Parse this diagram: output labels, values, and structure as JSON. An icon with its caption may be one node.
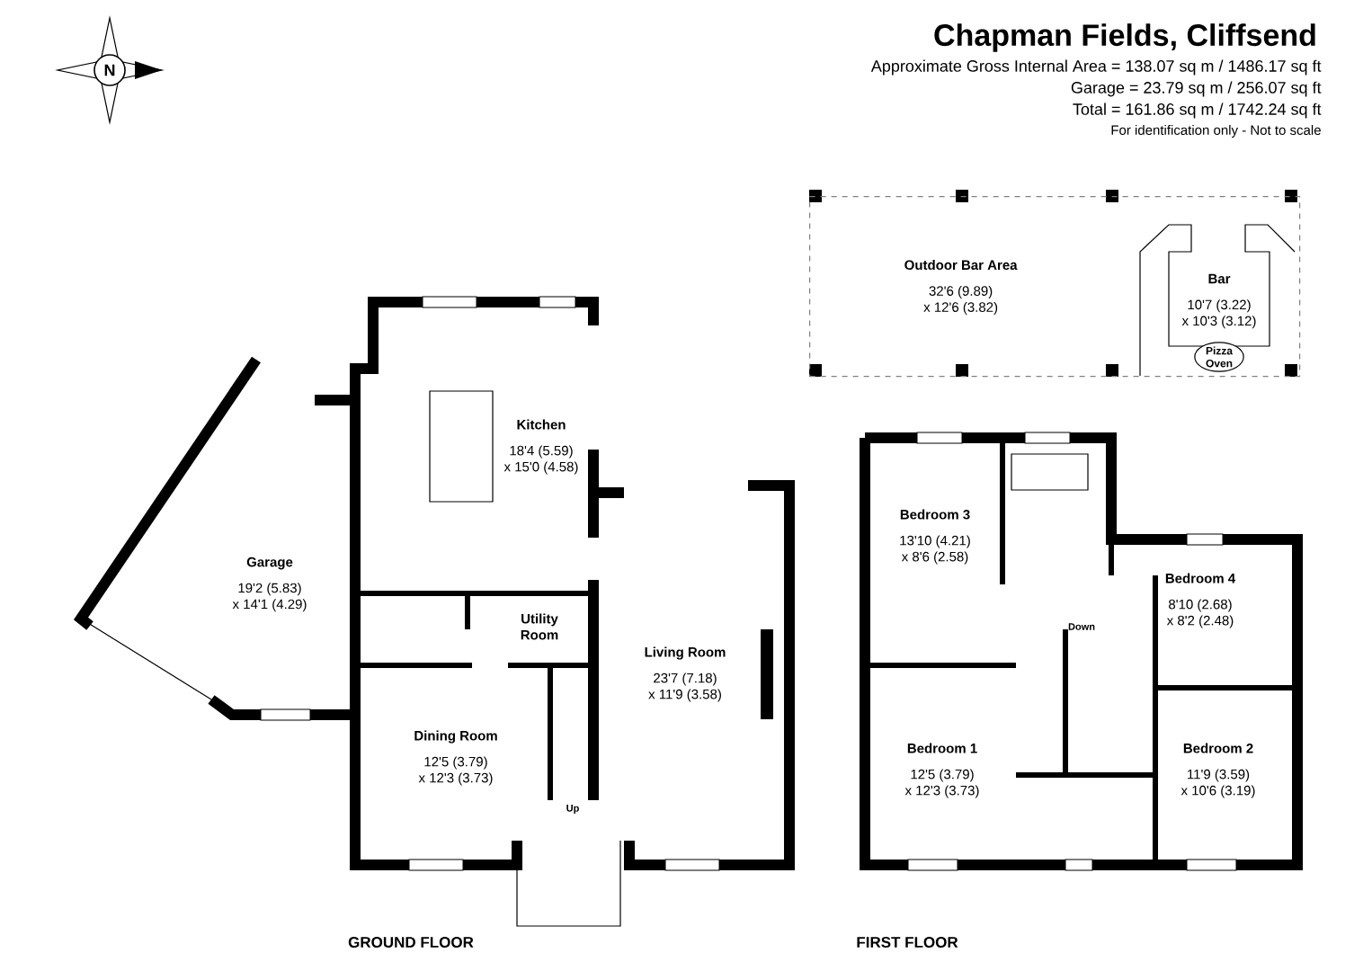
{
  "diagram": {
    "title": "Chapman Fields, Cliffsend",
    "nodes": [
      {
        "text": [
          "Kitchen",
          "18'4 (5.59) x 15'0 (4.58)"
        ]
      },
      {
        "text": [
          "Garage",
          "19'2 (5.83) x 14'1 (4.29)"
        ]
      },
      {
        "text": [
          "Utility Room"
        ]
      },
      {
        "text": [
          "Living Room",
          "23'7 (7.18) x 11'9 (3.58)"
        ]
      },
      {
        "text": [
          "Dining Room",
          "12'5 (3.79) x 12'3 (3.73)"
        ]
      },
      {
        "text": [
          "Outdoor Bar Area",
          "32'6 (9.89) x 12'6 (3.82)"
        ]
      },
      {
        "text": [
          "Bar",
          "10'7 (3.22) x 10'3 (3.12)"
        ],
        "in": 5
      },
      {
        "text": [
          "Pizza Oven"
        ],
        "in": 5
      },
      {
        "text": [
          "Bedroom 3",
          "13'10 (4.21) x 8'6 (2.58)"
        ]
      },
      {
        "text": [
          "Bedroom 4",
          "8'10 (2.68) x 8'2 (2.48)"
        ]
      },
      {
        "text": [
          "Bedroom 1",
          "12'5 (3.79) x 12'3 (3.73)"
        ]
      },
      {
        "text": [
          "Bedroom 2",
          "11'9 (3.59) x 10'6 (3.19)"
        ]
      }
    ],
    "edges": [],
    "labels": [
      "Approximate Gross Internal Area = 138.07 sq m / 1486.17 sq ft",
      "Garage = 23.79 sq m / 256.07 sq ft",
      "Total = 161.86 sq m / 1742.24 sq ft",
      "For identification only - Not to scale",
      "N",
      "Up",
      "Down",
      "GROUND FLOOR",
      "FIRST FLOOR"
    ]
  }
}
